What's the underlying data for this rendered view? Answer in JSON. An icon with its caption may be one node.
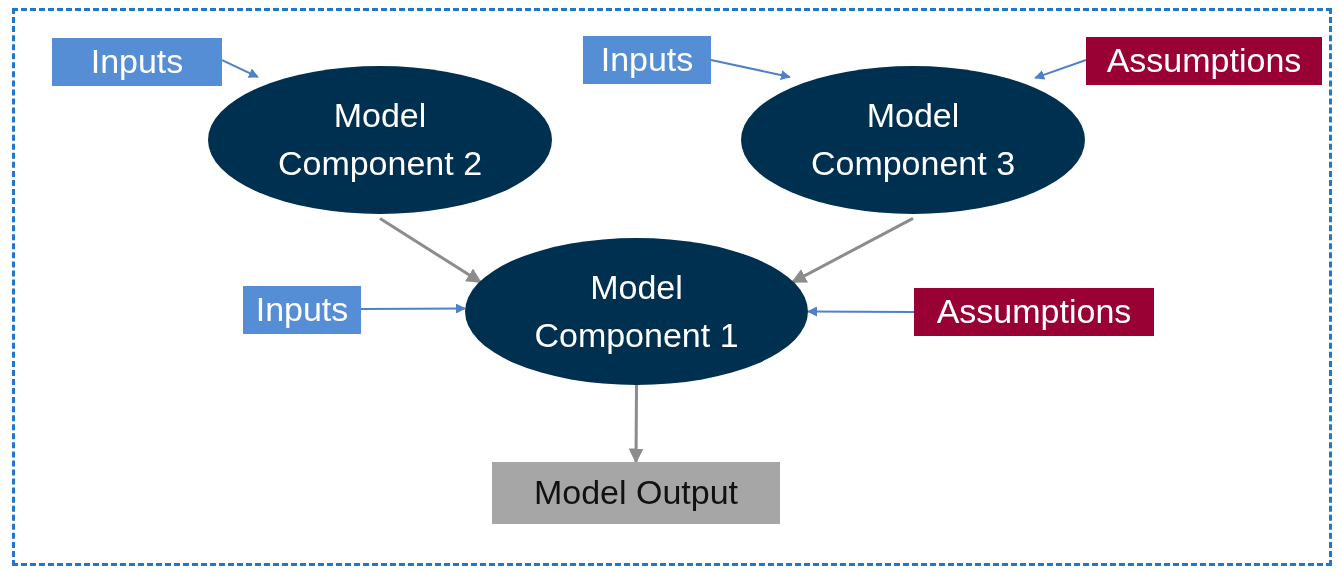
{
  "diagram": {
    "nodes": [
      {
        "text": [
          "Inputs"
        ]
      },
      {
        "text": [
          "Model Component 2"
        ]
      },
      {
        "text": [
          "Inputs"
        ]
      },
      {
        "text": [
          "Model Component 3"
        ]
      },
      {
        "text": [
          "Assumptions"
        ]
      },
      {
        "text": [
          "Inputs"
        ]
      },
      {
        "text": [
          "Model Component 1"
        ]
      },
      {
        "text": [
          "Assumptions"
        ]
      },
      {
        "text": [
          "Model Output"
        ]
      }
    ],
    "edges": [
      {
        "from": 0,
        "to": 1,
        "arrow": "to"
      },
      {
        "from": 2,
        "to": 3,
        "arrow": "to"
      },
      {
        "from": 4,
        "to": 3,
        "arrow": "to"
      },
      {
        "from": 1,
        "to": 6,
        "arrow": "to",
        "color": "#8c8c8c"
      },
      {
        "from": 3,
        "to": 6,
        "arrow": "to",
        "color": "#8c8c8c"
      },
      {
        "from": 5,
        "to": 6,
        "arrow": "to"
      },
      {
        "from": 7,
        "to": 6,
        "arrow": "to"
      },
      {
        "from": 6,
        "to": 8,
        "arrow": "to",
        "color": "#8c8c8c"
      }
    ]
  }
}
